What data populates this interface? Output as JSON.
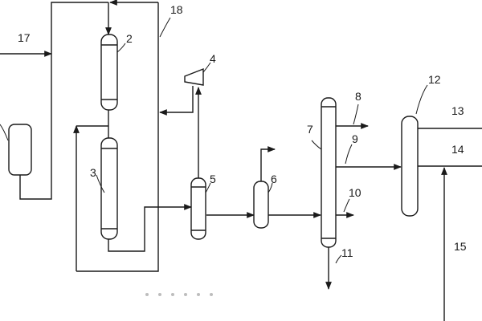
{
  "labels": {
    "n2": "2",
    "n3": "3",
    "n4": "4",
    "n5": "5",
    "n6": "6",
    "n7": "7",
    "n8": "8",
    "n9": "9",
    "n10": "10",
    "n11": "11",
    "n12": "12",
    "n13": "13",
    "n14": "14",
    "n15": "15",
    "n17": "17",
    "n18": "18"
  },
  "colors": {
    "stroke": "#1a1a1a",
    "background": "#ffffff"
  }
}
